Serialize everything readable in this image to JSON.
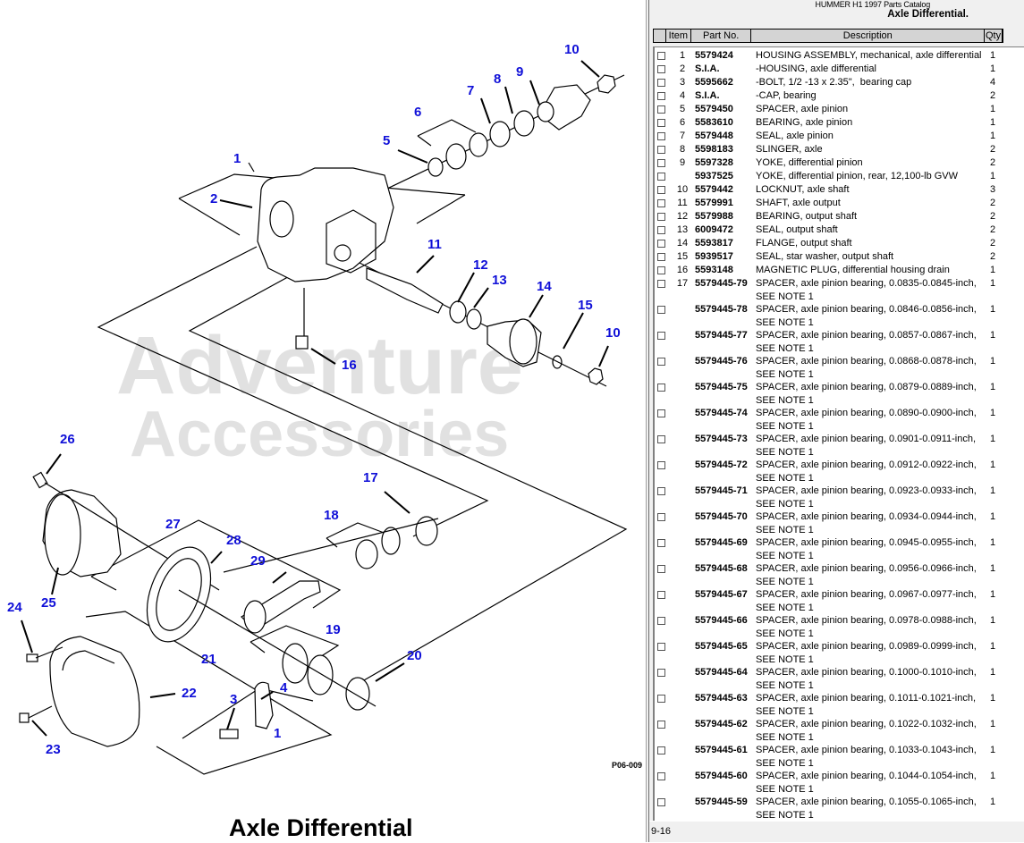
{
  "catalog": {
    "subtitle": "HUMMER H1 1997 Parts Catalog",
    "heading": "Axle Differential.",
    "page_ref": "9-16"
  },
  "table": {
    "columns": [
      "",
      "Item",
      "Part No.",
      "Description",
      "Qty"
    ],
    "rows": [
      {
        "item": "1",
        "part": "5579424",
        "desc": "HOUSING ASSEMBLY, mechanical, axle differential",
        "qty": "1"
      },
      {
        "item": "2",
        "part": "S.I.A.",
        "desc": "-HOUSING, axle differential",
        "qty": "1"
      },
      {
        "item": "3",
        "part": "5595662",
        "desc": "-BOLT, 1/2 -13 x 2.35\",  bearing cap",
        "qty": "4"
      },
      {
        "item": "4",
        "part": "S.I.A.",
        "desc": "-CAP, bearing",
        "qty": "2"
      },
      {
        "item": "5",
        "part": "5579450",
        "desc": "SPACER, axle pinion",
        "qty": "1"
      },
      {
        "item": "6",
        "part": "5583610",
        "desc": "BEARING, axle pinion",
        "qty": "1"
      },
      {
        "item": "7",
        "part": "5579448",
        "desc": "SEAL, axle pinion",
        "qty": "1"
      },
      {
        "item": "8",
        "part": "5598183",
        "desc": "SLINGER, axle",
        "qty": "2"
      },
      {
        "item": "9",
        "part": "5597328",
        "desc": "YOKE, differential pinion",
        "qty": "2"
      },
      {
        "item": "",
        "part": "5937525",
        "desc": "YOKE, differential pinion, rear, 12,100-lb GVW",
        "qty": "1"
      },
      {
        "item": "10",
        "part": "5579442",
        "desc": "LOCKNUT, axle shaft",
        "qty": "3"
      },
      {
        "item": "11",
        "part": "5579991",
        "desc": "SHAFT, axle output",
        "qty": "2"
      },
      {
        "item": "12",
        "part": "5579988",
        "desc": "BEARING, output shaft",
        "qty": "2"
      },
      {
        "item": "13",
        "part": "6009472",
        "desc": "SEAL, output shaft",
        "qty": "2"
      },
      {
        "item": "14",
        "part": "5593817",
        "desc": "FLANGE, output shaft",
        "qty": "2"
      },
      {
        "item": "15",
        "part": "5939517",
        "desc": "SEAL, star washer, output shaft",
        "qty": "2"
      },
      {
        "item": "16",
        "part": "5593148",
        "desc": "MAGNETIC PLUG, differential housing drain",
        "qty": "1"
      },
      {
        "item": "17",
        "part": "5579445-79",
        "desc": "SPACER, axle pinion bearing, 0.0835-0.0845-inch,\nSEE NOTE 1",
        "qty": "1"
      },
      {
        "item": "",
        "part": "5579445-78",
        "desc": "SPACER, axle pinion bearing, 0.0846-0.0856-inch,\nSEE NOTE 1",
        "qty": "1"
      },
      {
        "item": "",
        "part": "5579445-77",
        "desc": "SPACER, axle pinion bearing, 0.0857-0.0867-inch,\nSEE NOTE 1",
        "qty": "1"
      },
      {
        "item": "",
        "part": "5579445-76",
        "desc": "SPACER, axle pinion bearing, 0.0868-0.0878-inch,\nSEE NOTE 1",
        "qty": "1"
      },
      {
        "item": "",
        "part": "5579445-75",
        "desc": "SPACER, axle pinion bearing, 0.0879-0.0889-inch,\nSEE NOTE 1",
        "qty": "1"
      },
      {
        "item": "",
        "part": "5579445-74",
        "desc": "SPACER, axle pinion bearing, 0.0890-0.0900-inch,\nSEE NOTE 1",
        "qty": "1"
      },
      {
        "item": "",
        "part": "5579445-73",
        "desc": "SPACER, axle pinion bearing, 0.0901-0.0911-inch,\nSEE NOTE 1",
        "qty": "1"
      },
      {
        "item": "",
        "part": "5579445-72",
        "desc": "SPACER, axle pinion bearing, 0.0912-0.0922-inch,\nSEE NOTE 1",
        "qty": "1"
      },
      {
        "item": "",
        "part": "5579445-71",
        "desc": "SPACER, axle pinion bearing, 0.0923-0.0933-inch,\nSEE NOTE 1",
        "qty": "1"
      },
      {
        "item": "",
        "part": "5579445-70",
        "desc": "SPACER, axle pinion bearing, 0.0934-0.0944-inch,\nSEE NOTE 1",
        "qty": "1"
      },
      {
        "item": "",
        "part": "5579445-69",
        "desc": "SPACER, axle pinion bearing, 0.0945-0.0955-inch,\nSEE NOTE 1",
        "qty": "1"
      },
      {
        "item": "",
        "part": "5579445-68",
        "desc": "SPACER, axle pinion bearing, 0.0956-0.0966-inch,\nSEE NOTE 1",
        "qty": "1"
      },
      {
        "item": "",
        "part": "5579445-67",
        "desc": "SPACER, axle pinion bearing, 0.0967-0.0977-inch,\nSEE NOTE 1",
        "qty": "1"
      },
      {
        "item": "",
        "part": "5579445-66",
        "desc": "SPACER, axle pinion bearing, 0.0978-0.0988-inch,\nSEE NOTE 1",
        "qty": "1"
      },
      {
        "item": "",
        "part": "5579445-65",
        "desc": "SPACER, axle pinion bearing, 0.0989-0.0999-inch,\nSEE NOTE 1",
        "qty": "1"
      },
      {
        "item": "",
        "part": "5579445-64",
        "desc": "SPACER, axle pinion bearing, 0.1000-0.1010-inch,\nSEE NOTE 1",
        "qty": "1"
      },
      {
        "item": "",
        "part": "5579445-63",
        "desc": "SPACER, axle pinion bearing, 0.1011-0.1021-inch,\nSEE NOTE 1",
        "qty": "1"
      },
      {
        "item": "",
        "part": "5579445-62",
        "desc": "SPACER, axle pinion bearing, 0.1022-0.1032-inch,\nSEE NOTE 1",
        "qty": "1"
      },
      {
        "item": "",
        "part": "5579445-61",
        "desc": "SPACER, axle pinion bearing, 0.1033-0.1043-inch,\nSEE NOTE 1",
        "qty": "1"
      },
      {
        "item": "",
        "part": "5579445-60",
        "desc": "SPACER, axle pinion bearing, 0.1044-0.1054-inch,\nSEE NOTE 1",
        "qty": "1"
      },
      {
        "item": "",
        "part": "5579445-59",
        "desc": "SPACER, axle pinion bearing, 0.1055-0.1065-inch,\nSEE NOTE 1",
        "qty": "1"
      }
    ]
  },
  "diagram": {
    "title": "Axle Differential",
    "figure_code": "P06-009",
    "watermark": [
      "Adventure",
      "Accessories"
    ],
    "callout_color": "#1010d8",
    "callouts": [
      "1",
      "2",
      "5",
      "6",
      "7",
      "8",
      "9",
      "10",
      "11",
      "12",
      "13",
      "14",
      "15",
      "10",
      "16",
      "26",
      "17",
      "18",
      "27",
      "28",
      "29",
      "25",
      "24",
      "19",
      "20",
      "21",
      "22",
      "3",
      "4",
      "1",
      "23"
    ]
  }
}
